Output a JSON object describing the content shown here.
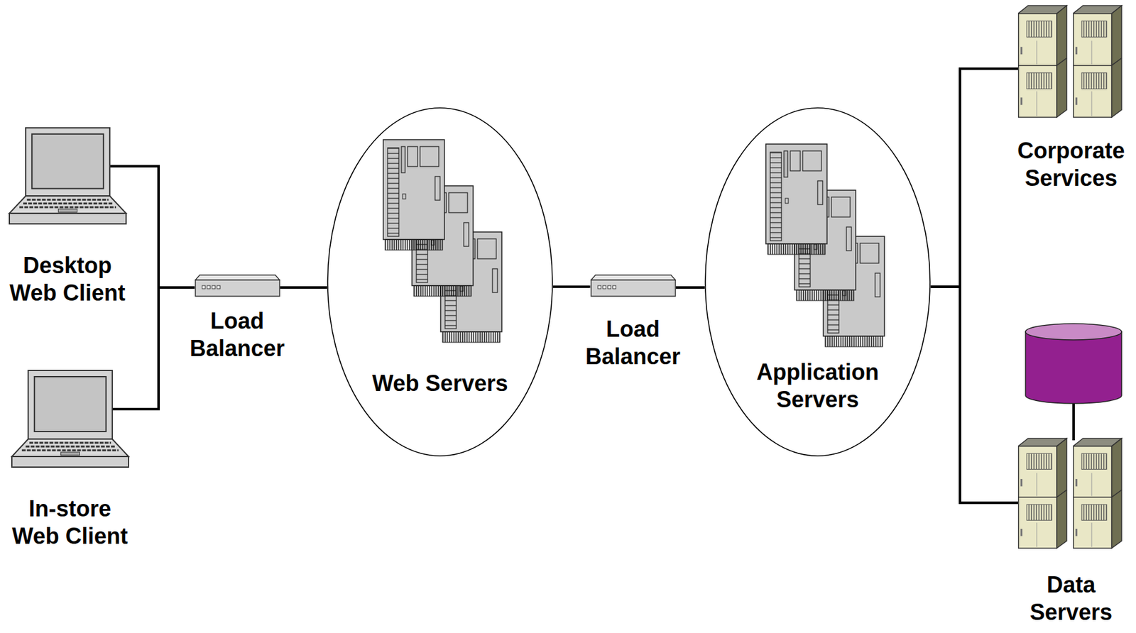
{
  "diagram": {
    "nodes": [
      {
        "text": [
          "Desktop Web Client"
        ]
      },
      {
        "text": [
          "In-store Web Client"
        ]
      },
      {
        "text": [
          "Load Balancer"
        ]
      },
      {
        "text": [
          "Web Servers"
        ]
      },
      {
        "text": [
          "Load Balancer"
        ]
      },
      {
        "text": [
          "Application Servers"
        ]
      },
      {
        "text": [
          "Corporate Services"
        ]
      },
      {
        "text": [
          "Data Servers"
        ]
      }
    ],
    "edges": [
      {
        "from": 0,
        "to": 2,
        "arrow": "none"
      },
      {
        "from": 1,
        "to": 2,
        "arrow": "none"
      },
      {
        "from": 2,
        "to": 3,
        "arrow": "none"
      },
      {
        "from": 3,
        "to": 4,
        "arrow": "none"
      },
      {
        "from": 4,
        "to": 5,
        "arrow": "none"
      },
      {
        "from": 5,
        "to": 6,
        "arrow": "none"
      },
      {
        "from": 5,
        "to": 7,
        "arrow": "none"
      }
    ]
  }
}
